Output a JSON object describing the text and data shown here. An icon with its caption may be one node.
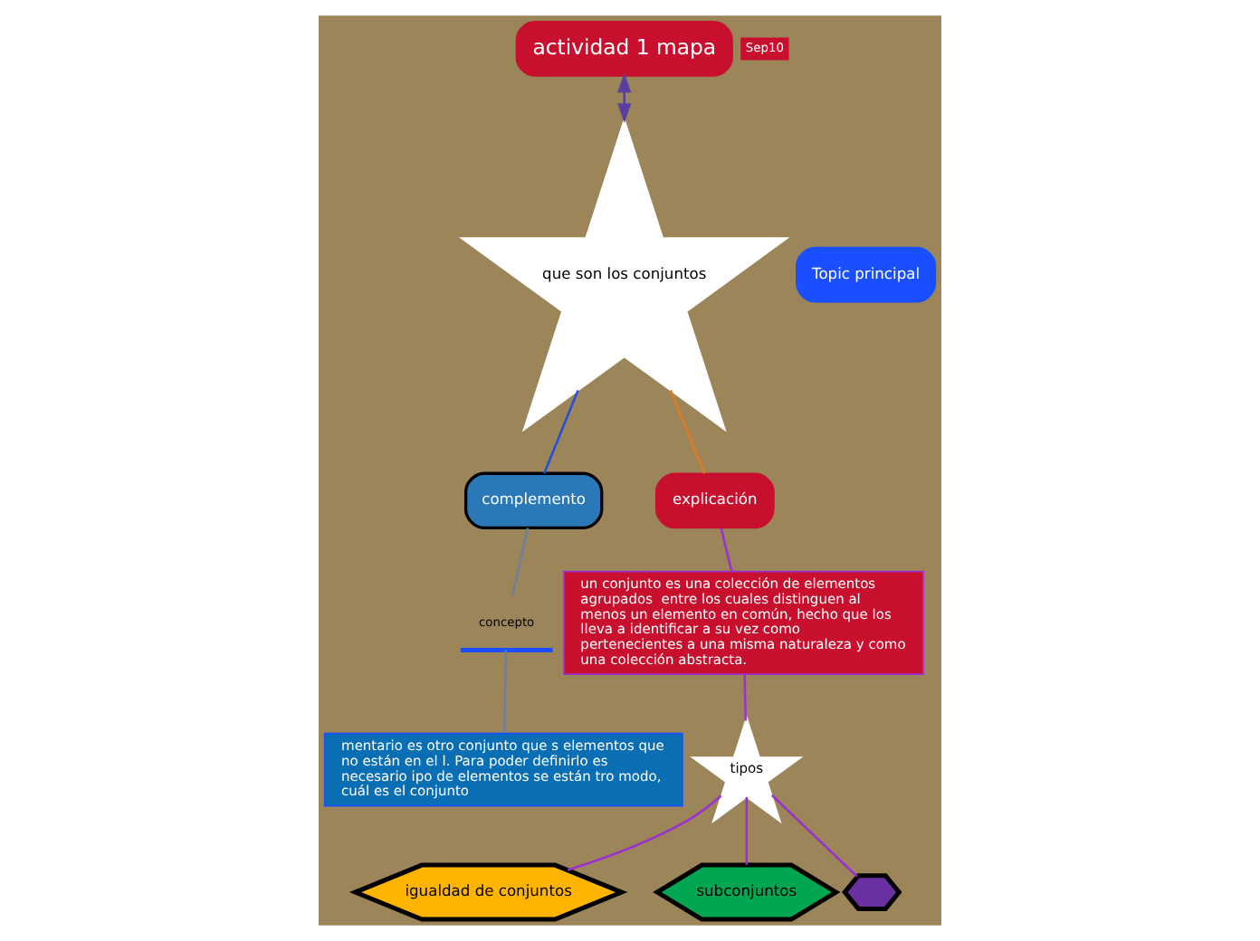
{
  "diagram": {
    "nodes": [
      {
        "text": [
          "actividad 1 mapa"
        ],
        "beside": [
          "Sep10"
        ]
      },
      {
        "text": [
          "que son los conjuntos"
        ]
      },
      {
        "text": [
          "Topic principal"
        ]
      },
      {
        "text": [
          "complemento"
        ]
      },
      {
        "text": [
          "concepto"
        ]
      },
      {
        "text": [
          "mentario es otro conjunto que s elementos que no están en el l. Para poder definirlo es necesario ipo de elementos se están tro modo, cuál es el conjunto"
        ]
      },
      {
        "text": [
          "explicación"
        ]
      },
      {
        "text": [
          "un conjunto es una colección de elementos agrupados  entre los cuales distinguen al menos un elemento en común, hecho que los lleva a identificar a su vez como pertenecientes a una misma naturaleza y como una colección abstracta."
        ]
      },
      {
        "text": [
          "tipos"
        ]
      },
      {
        "text": [
          "igualdad de conjuntos"
        ]
      },
      {
        "text": [
          "subconjuntos"
        ]
      },
      {
        "text": [],
        "shape": "hexagon"
      }
    ],
    "edges": [
      {
        "from": 0,
        "to": 1,
        "arrow": "both",
        "color": "#5b3fa0"
      },
      {
        "from": 1,
        "to": 3,
        "arrow": "none",
        "color": "#1f4fe0"
      },
      {
        "from": 3,
        "to": 4,
        "arrow": "none",
        "color": "#6b7fa0"
      },
      {
        "from": 4,
        "to": 5,
        "arrow": "none",
        "color": "#6b7fa0"
      },
      {
        "from": 1,
        "to": 6,
        "arrow": "none",
        "color": "#e07a20"
      },
      {
        "from": 6,
        "to": 7,
        "arrow": "none",
        "color": "#9b30d0"
      },
      {
        "from": 7,
        "to": 8,
        "arrow": "none",
        "color": "#9b30d0"
      },
      {
        "from": 8,
        "to": 9,
        "arrow": "none",
        "color": "#9b30d0"
      },
      {
        "from": 8,
        "to": 10,
        "arrow": "none",
        "color": "#9b30d0"
      },
      {
        "from": 8,
        "to": 11,
        "arrow": "none",
        "color": "#9b30d0"
      }
    ]
  }
}
